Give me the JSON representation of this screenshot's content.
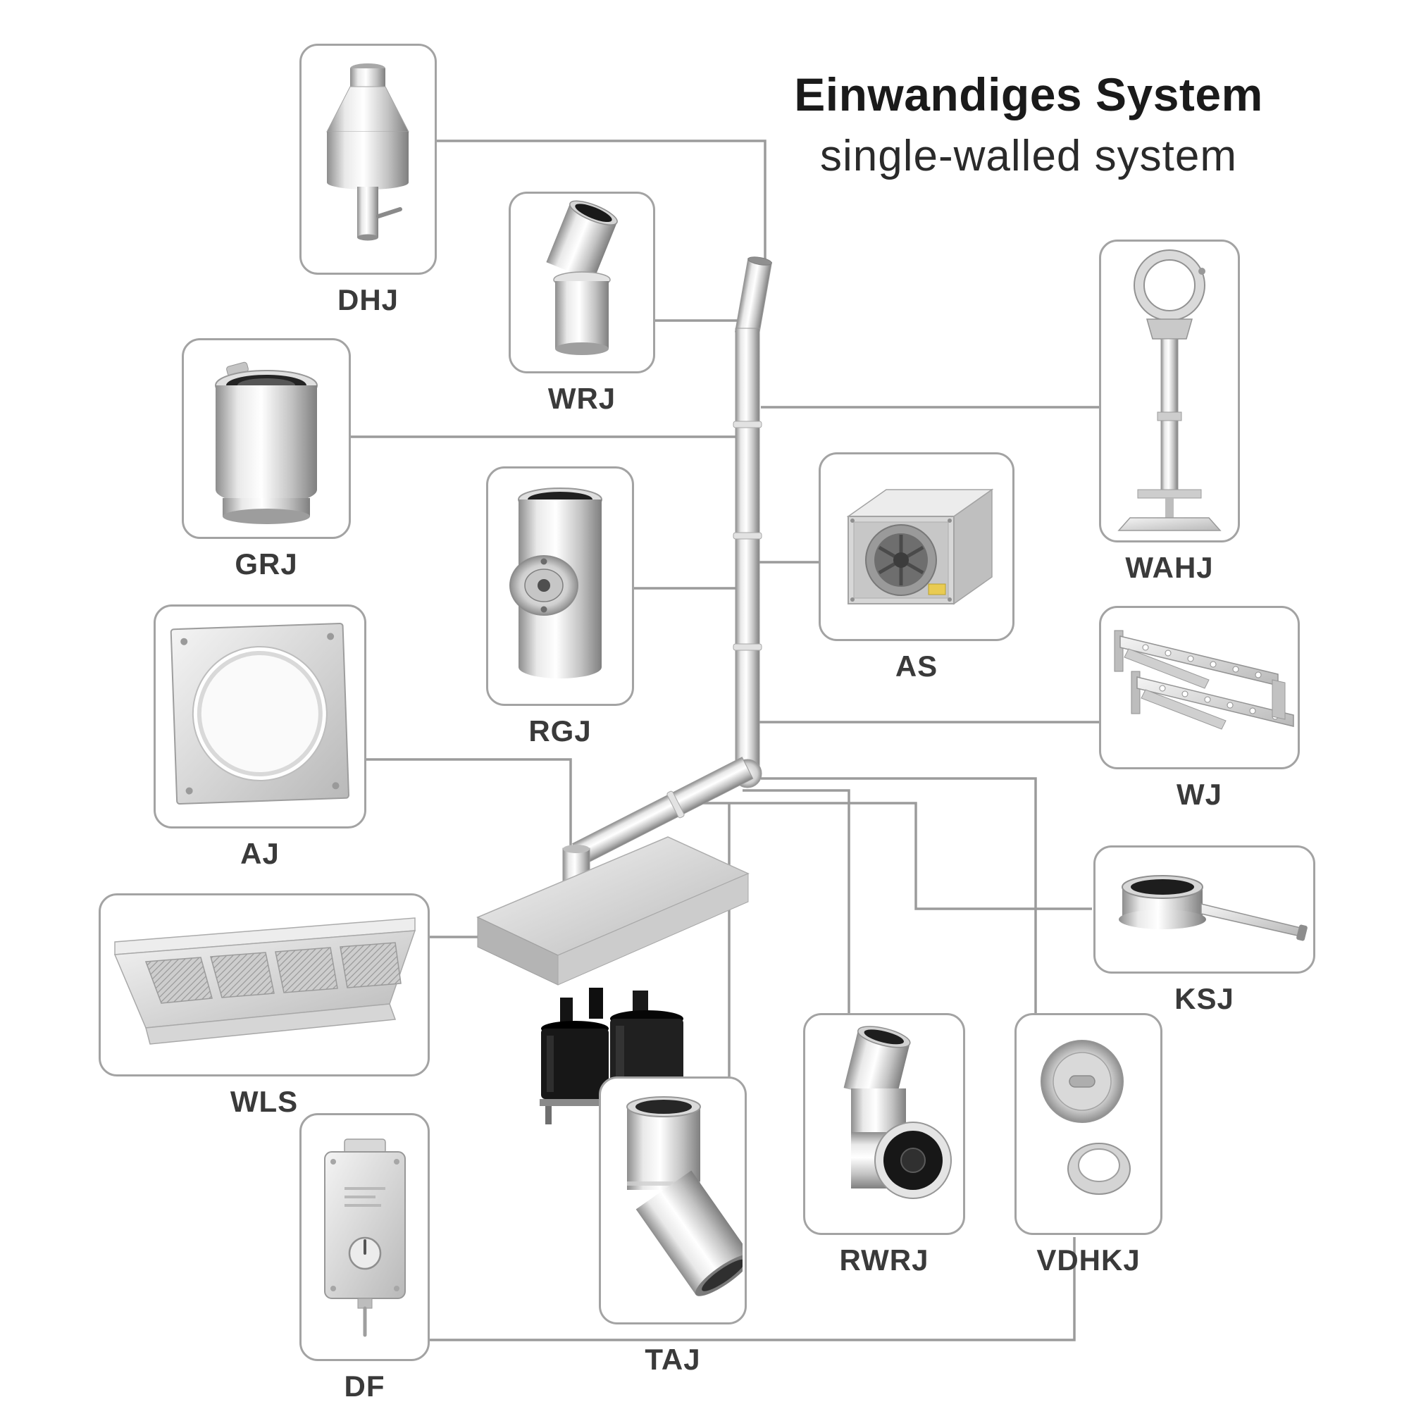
{
  "title": {
    "de": "Einwandiges System",
    "en": "single-walled system"
  },
  "colors": {
    "background": "#ffffff",
    "box_border": "#a3a3a3",
    "connector_line": "#9b9b9b",
    "label_text": "#3a3a3a",
    "title_text": "#1a1a1a"
  },
  "components": [
    {
      "label": "DHJ",
      "illustration": "chimney-jet-cowl"
    },
    {
      "label": "WRJ",
      "illustration": "adjustable-elbow"
    },
    {
      "label": "GRJ",
      "illustration": "straight-pipe-length"
    },
    {
      "label": "RGJ",
      "illustration": "pipe-with-inspection-door"
    },
    {
      "label": "AJ",
      "illustration": "wall-cover-plate"
    },
    {
      "label": "WLS",
      "illustration": "extractor-hood"
    },
    {
      "label": "DF",
      "illustration": "fan-speed-controller"
    },
    {
      "label": "TAJ",
      "illustration": "pipe-with-angled-outlet"
    },
    {
      "label": "RWRJ",
      "illustration": "90-degree-elbow"
    },
    {
      "label": "VDHKJ",
      "illustration": "end-cap-set"
    },
    {
      "label": "KSJ",
      "illustration": "condensate-collector-with-handle"
    },
    {
      "label": "WJ",
      "illustration": "wall-bracket"
    },
    {
      "label": "WAHJ",
      "illustration": "wall-support-stand"
    },
    {
      "label": "AS",
      "illustration": "box-fan-unit"
    }
  ],
  "central_assembly": "single-wall-flue-pipe-with-hood-and-charcoal-oven"
}
